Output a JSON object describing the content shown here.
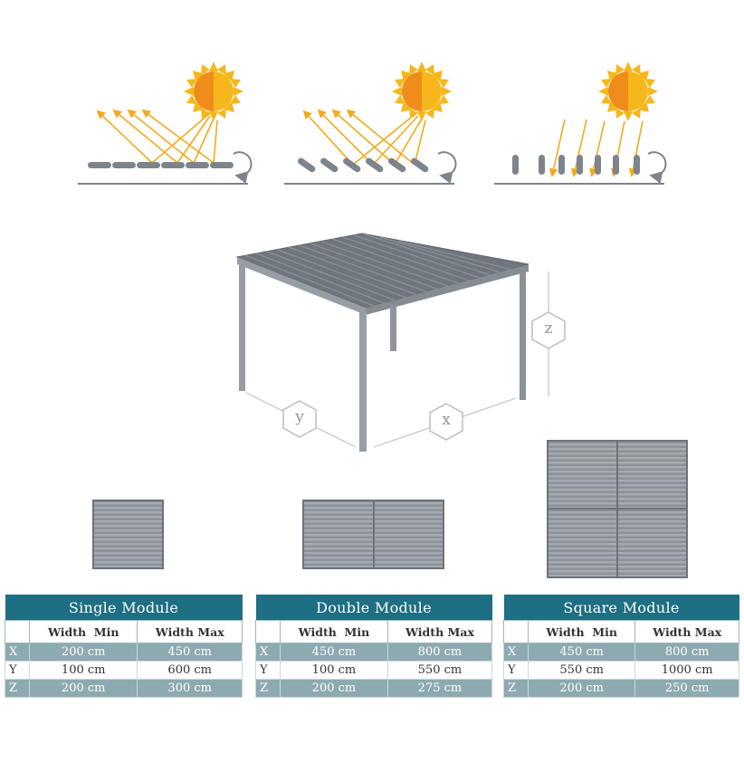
{
  "colors": {
    "sun_outer": "#f6b71d",
    "sun_inner": "#ef8c1a",
    "ray": "#f2aa1c",
    "louver": "#7d848b",
    "ground": "#7d848b",
    "frame": "#8f969c",
    "hexagon": "#b9bec2",
    "table_header": "#1e6e84",
    "table_shaded": "#8eaab1"
  },
  "dimension_labels": {
    "x": "x",
    "y": "y",
    "z": "z"
  },
  "tables": [
    {
      "title": "Single Module",
      "col_min": "Width  Min",
      "col_max": "Width Max",
      "rows": [
        {
          "axis": "X",
          "min": "200 cm",
          "max": "450 cm"
        },
        {
          "axis": "Y",
          "min": "100 cm",
          "max": "600 cm"
        },
        {
          "axis": "Z",
          "min": "200 cm",
          "max": "300 cm"
        }
      ]
    },
    {
      "title": "Double Module",
      "col_min": "Width  Min",
      "col_max": "Width Max",
      "rows": [
        {
          "axis": "X",
          "min": "450 cm",
          "max": "800 cm"
        },
        {
          "axis": "Y",
          "min": "100 cm",
          "max": "550 cm"
        },
        {
          "axis": "Z",
          "min": "200 cm",
          "max": "275 cm"
        }
      ]
    },
    {
      "title": "Square Module",
      "col_min": "Width  Min",
      "col_max": "Width Max",
      "rows": [
        {
          "axis": "X",
          "min": "450 cm",
          "max": "800 cm"
        },
        {
          "axis": "Y",
          "min": "550 cm",
          "max": "1000 cm"
        },
        {
          "axis": "Z",
          "min": "200 cm",
          "max": "250 cm"
        }
      ]
    }
  ]
}
